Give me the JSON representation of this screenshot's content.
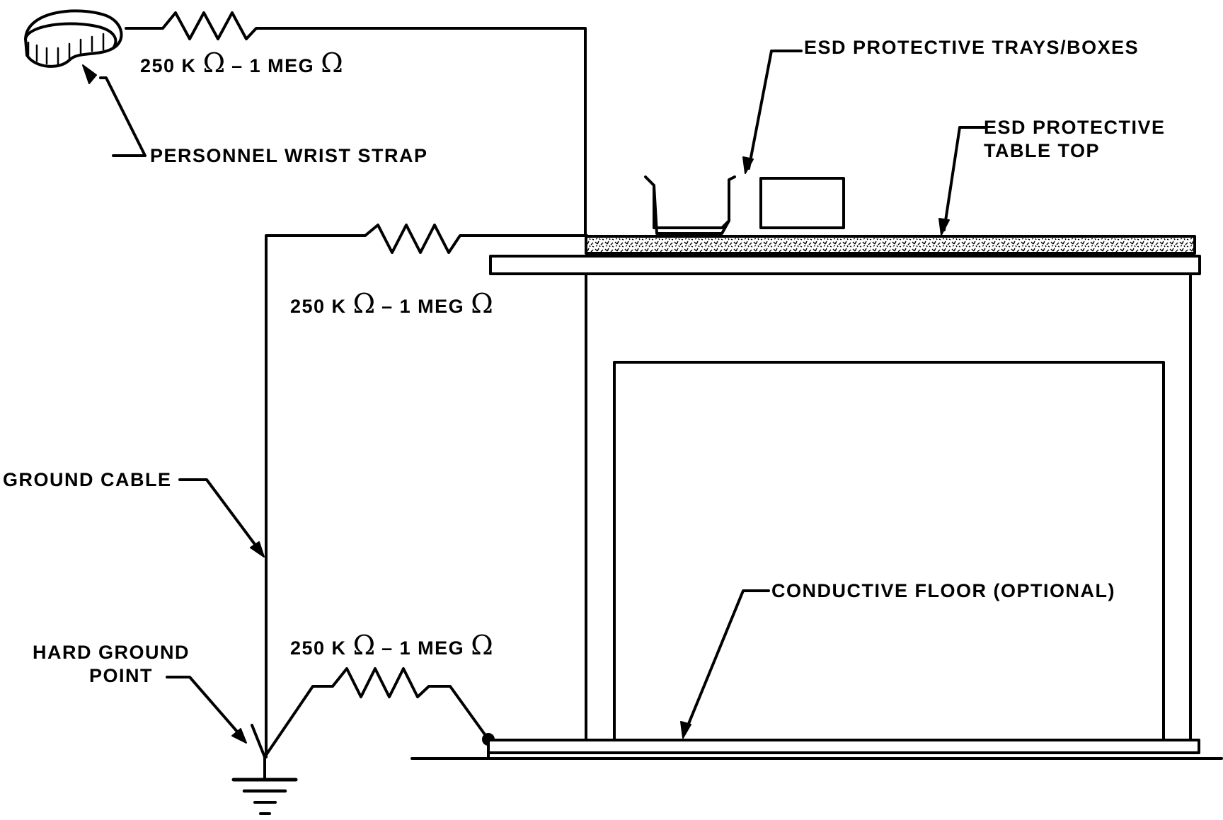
{
  "labels": {
    "resistor_top": {
      "value": "250 K",
      "dash": "–",
      "tail": "1 MEG",
      "unit_symbol": "Ω"
    },
    "resistor_middle": {
      "value": "250 K",
      "dash": "–",
      "tail": "1 MEG",
      "unit_symbol": "Ω"
    },
    "resistor_bottom": {
      "value": "250 K",
      "dash": "–",
      "tail": "1 MEG",
      "unit_symbol": "Ω"
    },
    "wrist_strap": "PERSONNEL WRIST STRAP",
    "trays": "ESD PROTECTIVE TRAYS/BOXES",
    "table_top_line1": "ESD PROTECTIVE",
    "table_top_line2": "TABLE TOP",
    "ground_cable": "GROUND CABLE",
    "hard_ground_line1": "HARD GROUND",
    "hard_ground_line2": "POINT",
    "conductive_floor": "CONDUCTIVE FLOOR (OPTIONAL)"
  },
  "colors": {
    "ink": "#000000",
    "paper": "#ffffff"
  },
  "icons": [
    "wrist-strap-icon",
    "ground-symbol-icon",
    "resistor-icon"
  ]
}
